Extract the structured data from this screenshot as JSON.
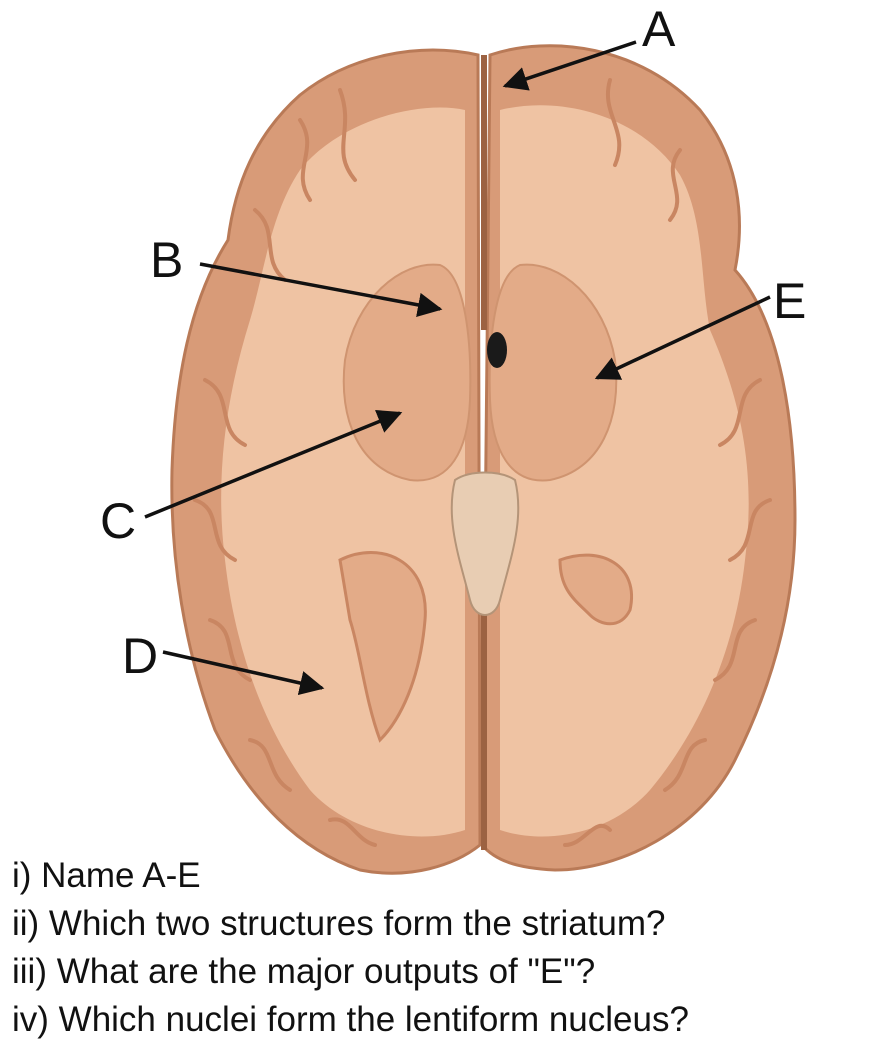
{
  "labels": {
    "a": "A",
    "b": "B",
    "c": "C",
    "d": "D",
    "e": "E"
  },
  "questions": [
    "i) Name A-E",
    "ii) Which two structures form the striatum?",
    "iii) What are the major outputs of \"E\"?",
    "iv) Which nuclei form the lentiform nucleus?"
  ],
  "colors": {
    "background": "#ffffff",
    "cortex_gray_matter": "#d89b78",
    "white_matter": "#efc3a3",
    "deep_nuclei": "#e3ab88",
    "ventricle": "#1a1a1a",
    "arrow": "#111111",
    "text": "#111111"
  }
}
